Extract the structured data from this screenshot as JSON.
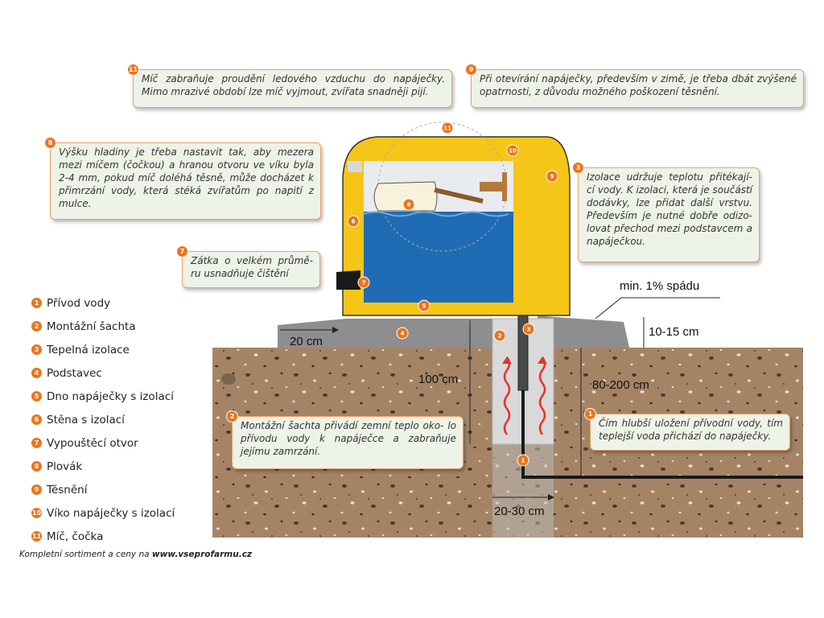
{
  "notes": {
    "n11": {
      "badge": "11",
      "text": "Míč zabraňuje proudění ledového vzduchu do napáječky. Mimo mrazivé období lze míč vyjmout, zvířata snadněji pijí."
    },
    "n9": {
      "badge": "9",
      "text": "Při otevírání napáječky, především v zimě, je třeba dbát zvýšené opatrnosti, z důvodu možného poškození těsnění."
    },
    "n8": {
      "badge": "8",
      "text": "Výšku hladiny je třeba nastavit tak, aby mezera mezi míčem (čočkou) a hranou otvoru ve víku byla 2-4 mm, pokud míč doléhá těsně, může docházet k přimrzání vody, která stéká zvířatům po napití z mulce."
    },
    "n3": {
      "badge": "3",
      "text": "Izolace udržuje teplotu přitékají- cí vody. K izolaci, která je součástí dodávky, lze přidat další vrstvu. Především je nutné dobře odizo- lovat přechod mezi podstavcem a napáječkou."
    },
    "n7": {
      "badge": "7",
      "text": "Zátka o velkém průmě- ru usnadňuje čištění"
    },
    "n2": {
      "badge": "2",
      "text": "Montážní šachta přivádí zemní teplo oko- lo přívodu vody k napáječce a zabraňuje jejímu zamrzání."
    },
    "n1": {
      "badge": "1",
      "text": "Čím hlubší uložení přívodní vody, tím teplejší voda přichází do napáječky."
    }
  },
  "legend": [
    {
      "num": "1",
      "label": "Přívod vody"
    },
    {
      "num": "2",
      "label": "Montážní šachta"
    },
    {
      "num": "3",
      "label": "Tepelná izolace"
    },
    {
      "num": "4",
      "label": "Podstavec"
    },
    {
      "num": "5",
      "label": "Dno napáječky s izolací"
    },
    {
      "num": "6",
      "label": "Stěna s izolací"
    },
    {
      "num": "7",
      "label": "Vypouštěcí otvor"
    },
    {
      "num": "8",
      "label": "Plovák"
    },
    {
      "num": "9",
      "label": "Těsnění"
    },
    {
      "num": "10",
      "label": "Víko napáječky s izolací"
    },
    {
      "num": "11",
      "label": "Míč, čočka"
    }
  ],
  "dimensions": {
    "slope": "min. 1% spádu",
    "base_height": "10-15 cm",
    "base_width": "20 cm",
    "shaft_depth": "100 cm",
    "pipe_depth": "80-200 cm",
    "shaft_width": "20-30 cm"
  },
  "markers": {
    "m1": "1",
    "m2": "2",
    "m3": "3",
    "m4": "4",
    "m5": "5",
    "m6": "6",
    "m7": "7",
    "m8": "8",
    "m9": "9",
    "m10": "10",
    "m11": "11"
  },
  "footer": {
    "prefix": "Kompletní sortiment a ceny na ",
    "link": "www.vseprofarmu.cz"
  },
  "colors": {
    "accent": "#e8761f",
    "housing": "#f5c518",
    "water": "#1f6cb4",
    "soil": "#a58466",
    "base": "#8e8e8e",
    "note_bg": "#eef3e8"
  }
}
